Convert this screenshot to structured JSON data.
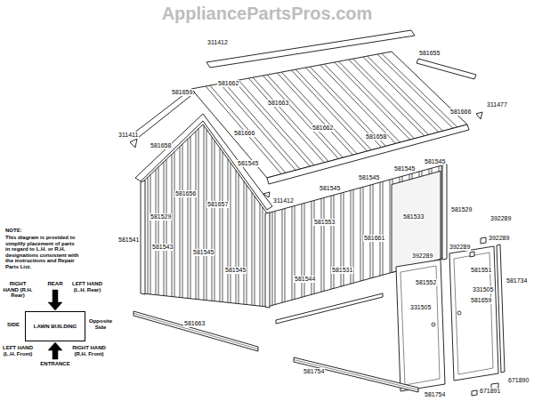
{
  "diagram": {
    "nodes": [
      {
        "text": [
          "LAWN BUILDING"
        ]
      }
    ],
    "labels": [
      "AppliancePartsPros.com",
      "311412",
      "581655",
      "581659",
      "581662",
      "581663",
      "311411",
      "581658",
      "581666",
      "581662",
      "581658",
      "581666",
      "311477",
      "581545",
      "581545",
      "581545",
      "581545",
      "581545",
      "581656",
      "581657",
      "311412",
      "581529",
      "581529",
      "581553",
      "581533",
      "392289",
      "392289",
      "581661",
      "581541",
      "581543",
      "581545",
      "392289",
      "392289",
      "581551",
      "581545",
      "581544",
      "581531",
      "581552",
      "581734",
      "331505",
      "581659",
      "331505",
      "581663",
      "581754",
      "581754",
      "671890",
      "671891",
      "NOTE:",
      "This diagram is provided to simplify placement of parts in regard to L.H. or R.H. designations consistent with the instructions and Repair Parts List.",
      "RIGHT HAND (R.H. Rear)",
      "REAR",
      "LEFT HAND (L.H. Rear)",
      "SIDE",
      "Opposite Side",
      "LEFT HAND (L.H. Front)",
      "ENTRANCE",
      "RIGHT HAND (R.H. Front)"
    ]
  }
}
